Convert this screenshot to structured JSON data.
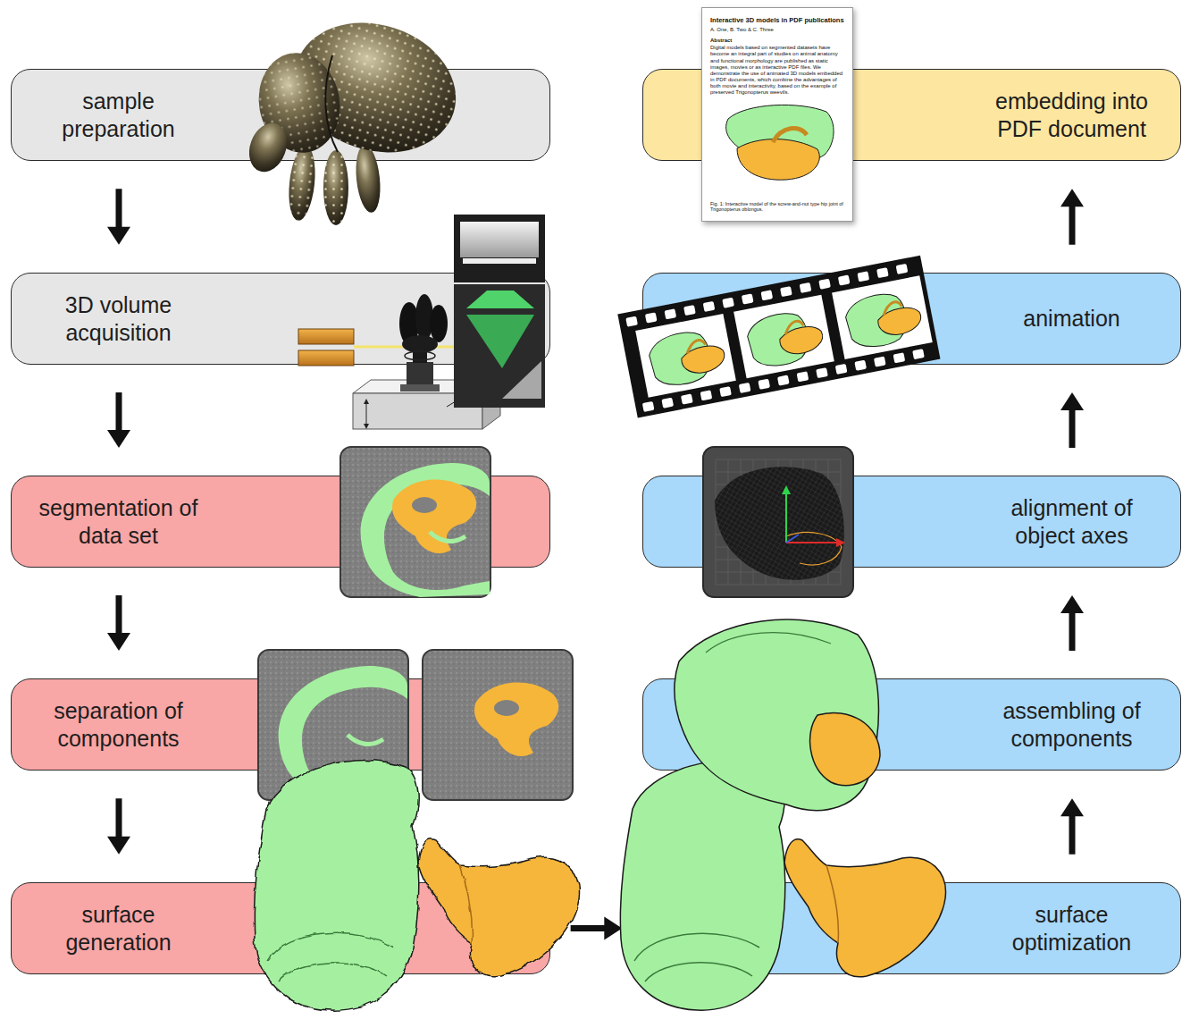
{
  "diagram": {
    "nodes": [
      {
        "text": [
          "sample preparation"
        ]
      },
      {
        "text": [
          "3D volume acquisition"
        ]
      },
      {
        "text": [
          "segmentation of data set"
        ]
      },
      {
        "text": [
          "separation of components"
        ]
      },
      {
        "text": [
          "surface generation"
        ]
      },
      {
        "text": [
          "surface optimization"
        ]
      },
      {
        "text": [
          "assembling of components"
        ]
      },
      {
        "text": [
          "alignment of object axes"
        ]
      },
      {
        "text": [
          "animation"
        ]
      },
      {
        "text": [
          "embedding into PDF document"
        ]
      }
    ],
    "edges": [
      {
        "from": 0,
        "to": 1,
        "arrow": "to"
      },
      {
        "from": 1,
        "to": 2,
        "arrow": "to"
      },
      {
        "from": 2,
        "to": 3,
        "arrow": "to"
      },
      {
        "from": 3,
        "to": 4,
        "arrow": "to"
      },
      {
        "from": 4,
        "to": 5,
        "arrow": "to"
      },
      {
        "from": 5,
        "to": 6,
        "arrow": "to"
      },
      {
        "from": 6,
        "to": 7,
        "arrow": "to"
      },
      {
        "from": 7,
        "to": 8,
        "arrow": "to"
      },
      {
        "from": 8,
        "to": 9,
        "arrow": "to"
      }
    ],
    "labels": [
      "Interactive 3D models in PDF publications",
      "A. One, B. Two & C. Three",
      "Abstract",
      "Digital models based on segmented datasets have become an integral part of studies on animal anatomy and functional morphology are published as static images, movies or as interactive PDF files. We demonstrate the use of animated 3D models embedded in PDF documents, which combine the advantages of both movie and interactivity, based on the example of preserved Trigonopterus weevils.",
      "Fig. 1: Interactive model of the screw-and-nut type hip joint of Trigonopterus oblongus."
    ]
  }
}
